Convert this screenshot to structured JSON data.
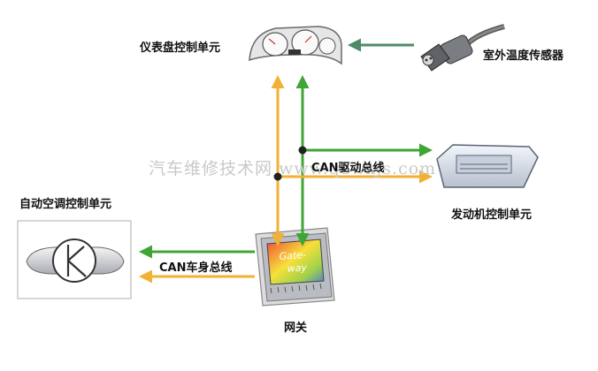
{
  "labels": {
    "instrument_cluster": "仪表盘控制单元",
    "outside_temp_sensor": "室外温度传感器",
    "engine_control": "发动机控制单元",
    "auto_ac_control": "自动空调控制单元",
    "can_drive_bus": "CAN驱动总线",
    "can_body_bus": "CAN车身总线",
    "gateway": "网关",
    "gateway_chip_line1": "Gate-",
    "gateway_chip_line2": "way"
  },
  "watermark": "汽车维修技术网 www.qcwxjs.com",
  "colors": {
    "drive_bus": "#3fa535",
    "body_bus": "#f2b134",
    "sensor_arrow": "#4e8a6a",
    "node": "#222222"
  }
}
